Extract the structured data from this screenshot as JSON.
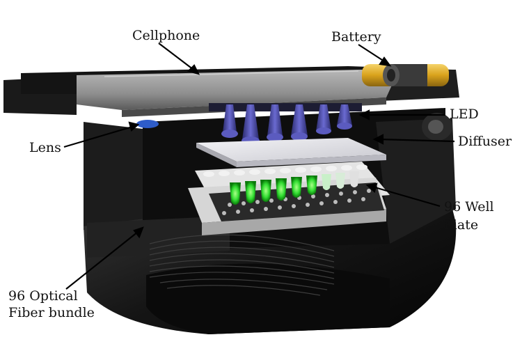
{
  "labels": {
    "cellphone": "Cellphone",
    "battery": "Battery",
    "led": "LED",
    "lens": "Lens",
    "diffuser": "Diffuser",
    "well_plate_line1": "96 Well",
    "well_plate_line2": "Plate",
    "fiber_line1": "96 Optical",
    "fiber_line2": "Fiber bundle"
  },
  "colors": {
    "housing": "#1a1a1a",
    "phone": "#9a9a9a",
    "battery": "#e8b532",
    "led": "#4a4aa8",
    "diffuser": "#e6e6ea",
    "well_glow": "#33dd33",
    "plate": "#d8d8d8"
  }
}
